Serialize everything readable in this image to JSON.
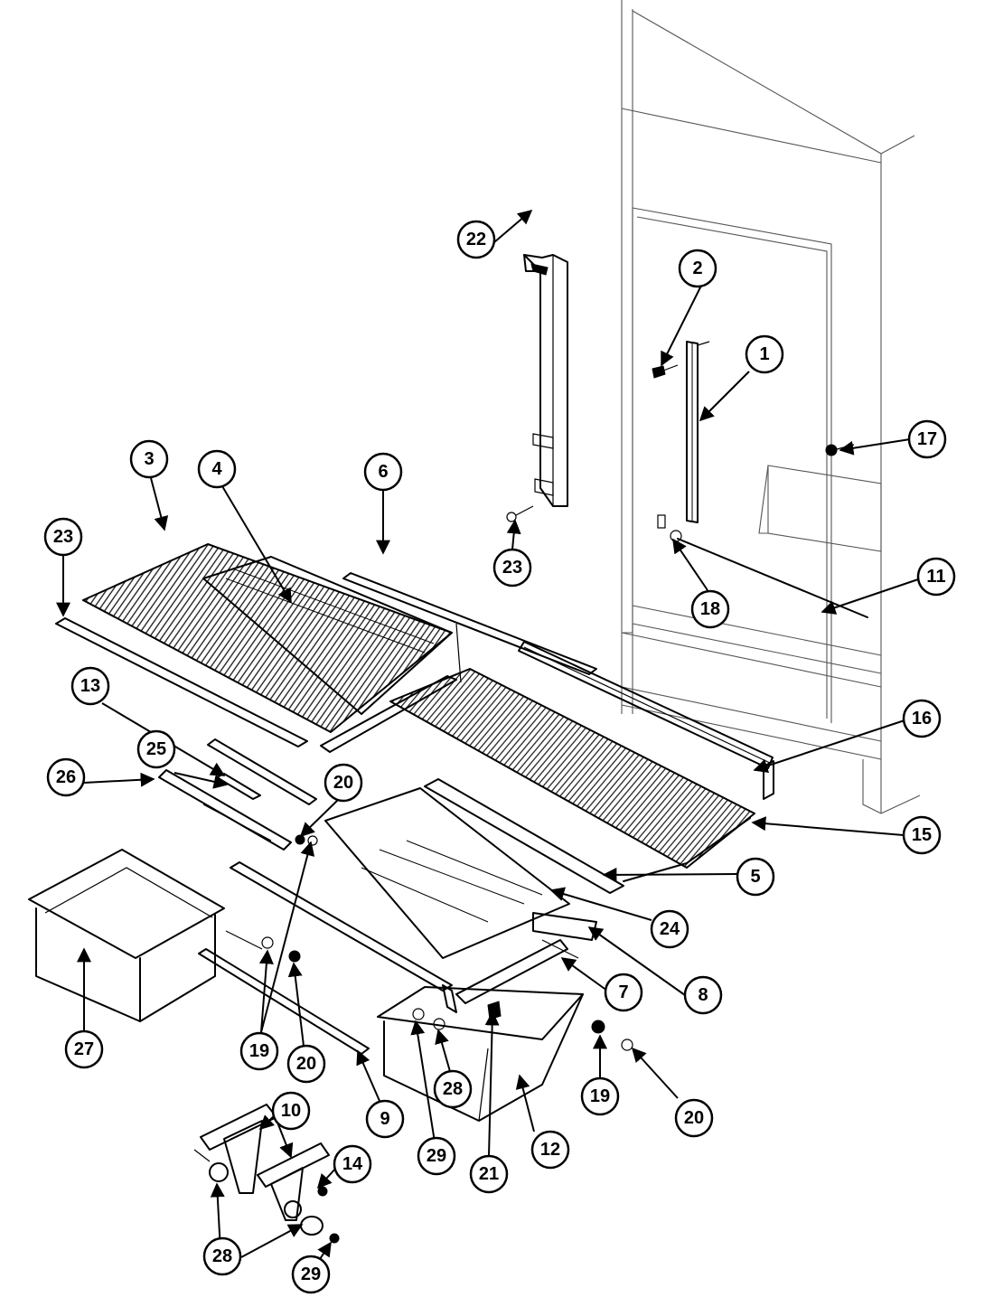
{
  "callouts": [
    {
      "label": "1"
    },
    {
      "label": "2"
    },
    {
      "label": "3"
    },
    {
      "label": "4"
    },
    {
      "label": "5"
    },
    {
      "label": "6"
    },
    {
      "label": "7"
    },
    {
      "label": "8"
    },
    {
      "label": "9"
    },
    {
      "label": "10"
    },
    {
      "label": "11"
    },
    {
      "label": "12"
    },
    {
      "label": "13"
    },
    {
      "label": "14"
    },
    {
      "label": "15"
    },
    {
      "label": "16"
    },
    {
      "label": "17"
    },
    {
      "label": "18"
    },
    {
      "label": "19"
    },
    {
      "label": "19"
    },
    {
      "label": "20"
    },
    {
      "label": "20"
    },
    {
      "label": "20"
    },
    {
      "label": "21"
    },
    {
      "label": "22"
    },
    {
      "label": "23"
    },
    {
      "label": "23"
    },
    {
      "label": "24"
    },
    {
      "label": "25"
    },
    {
      "label": "26"
    },
    {
      "label": "27"
    },
    {
      "label": "28"
    },
    {
      "label": "28"
    },
    {
      "label": "29"
    },
    {
      "label": "29"
    }
  ]
}
